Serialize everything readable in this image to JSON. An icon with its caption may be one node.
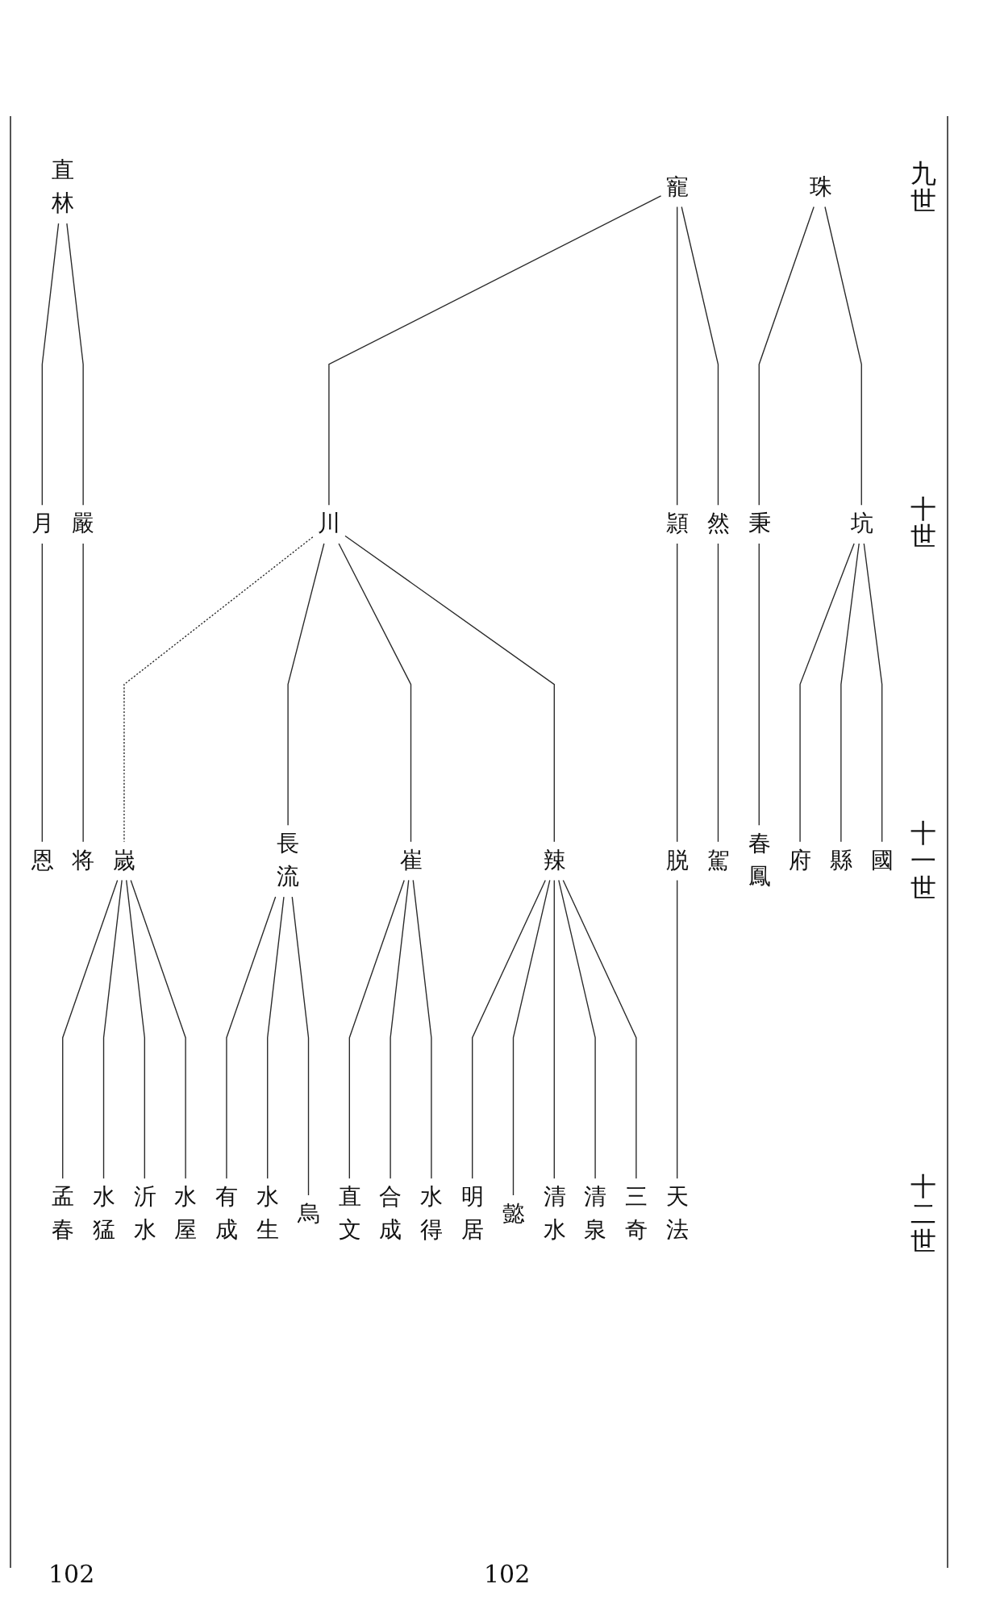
{
  "diagram": {
    "nodes": [
      {
        "text": [
          "直林"
        ]
      },
      {
        "text": [
          "寵"
        ]
      },
      {
        "text": [
          "珠"
        ]
      },
      {
        "text": [
          "月"
        ]
      },
      {
        "text": [
          "嚴"
        ]
      },
      {
        "text": [
          "川"
        ]
      },
      {
        "text": [
          "頴"
        ]
      },
      {
        "text": [
          "然"
        ]
      },
      {
        "text": [
          "秉"
        ]
      },
      {
        "text": [
          "坑"
        ]
      },
      {
        "text": [
          "恩"
        ]
      },
      {
        "text": [
          "将"
        ]
      },
      {
        "text": [
          "嵗"
        ]
      },
      {
        "text": [
          "長流"
        ]
      },
      {
        "text": [
          "崔"
        ]
      },
      {
        "text": [
          "辣"
        ]
      },
      {
        "text": [
          "脱"
        ]
      },
      {
        "text": [
          "駕"
        ]
      },
      {
        "text": [
          "春鳳"
        ]
      },
      {
        "text": [
          "府"
        ]
      },
      {
        "text": [
          "縣"
        ]
      },
      {
        "text": [
          "國"
        ]
      },
      {
        "text": [
          "孟春"
        ]
      },
      {
        "text": [
          "水猛"
        ]
      },
      {
        "text": [
          "沂水"
        ]
      },
      {
        "text": [
          "水屋"
        ]
      },
      {
        "text": [
          "有成"
        ]
      },
      {
        "text": [
          "水生"
        ]
      },
      {
        "text": [
          "烏"
        ]
      },
      {
        "text": [
          "直文"
        ]
      },
      {
        "text": [
          "合成"
        ]
      },
      {
        "text": [
          "水得"
        ]
      },
      {
        "text": [
          "明居"
        ]
      },
      {
        "text": [
          "懿"
        ]
      },
      {
        "text": [
          "清水"
        ]
      },
      {
        "text": [
          "清泉"
        ]
      },
      {
        "text": [
          "三奇"
        ]
      },
      {
        "text": [
          "天法"
        ]
      }
    ],
    "edges": [
      {
        "from": 0,
        "to": 3,
        "arrow": "none"
      },
      {
        "from": 0,
        "to": 4,
        "arrow": "none"
      },
      {
        "from": 1,
        "to": 5,
        "arrow": "none"
      },
      {
        "from": 1,
        "to": 6,
        "arrow": "none"
      },
      {
        "from": 1,
        "to": 7,
        "arrow": "none"
      },
      {
        "from": 2,
        "to": 8,
        "arrow": "none"
      },
      {
        "from": 2,
        "to": 9,
        "arrow": "none"
      },
      {
        "from": 3,
        "to": 10,
        "arrow": "none"
      },
      {
        "from": 4,
        "to": 11,
        "arrow": "none"
      },
      {
        "from": 5,
        "to": 12,
        "arrow": "none",
        "style": "dashed"
      },
      {
        "from": 5,
        "to": 13,
        "arrow": "none"
      },
      {
        "from": 5,
        "to": 14,
        "arrow": "none"
      },
      {
        "from": 5,
        "to": 15,
        "arrow": "none"
      },
      {
        "from": 6,
        "to": 16,
        "arrow": "none"
      },
      {
        "from": 7,
        "to": 17,
        "arrow": "none"
      },
      {
        "from": 8,
        "to": 18,
        "arrow": "none"
      },
      {
        "from": 9,
        "to": 19,
        "arrow": "none"
      },
      {
        "from": 9,
        "to": 20,
        "arrow": "none"
      },
      {
        "from": 9,
        "to": 21,
        "arrow": "none"
      },
      {
        "from": 12,
        "to": 22,
        "arrow": "none"
      },
      {
        "from": 12,
        "to": 23,
        "arrow": "none"
      },
      {
        "from": 12,
        "to": 24,
        "arrow": "none"
      },
      {
        "from": 12,
        "to": 25,
        "arrow": "none"
      },
      {
        "from": 13,
        "to": 26,
        "arrow": "none"
      },
      {
        "from": 13,
        "to": 27,
        "arrow": "none"
      },
      {
        "from": 13,
        "to": 28,
        "arrow": "none"
      },
      {
        "from": 14,
        "to": 29,
        "arrow": "none"
      },
      {
        "from": 14,
        "to": 30,
        "arrow": "none"
      },
      {
        "from": 14,
        "to": 31,
        "arrow": "none"
      },
      {
        "from": 15,
        "to": 32,
        "arrow": "none"
      },
      {
        "from": 15,
        "to": 33,
        "arrow": "none"
      },
      {
        "from": 15,
        "to": 34,
        "arrow": "none"
      },
      {
        "from": 15,
        "to": 35,
        "arrow": "none"
      },
      {
        "from": 15,
        "to": 36,
        "arrow": "none"
      },
      {
        "from": 16,
        "to": 37,
        "arrow": "none"
      }
    ],
    "labels": [
      "九世",
      "十世",
      "十一世",
      "十二世",
      "102",
      "102"
    ]
  }
}
